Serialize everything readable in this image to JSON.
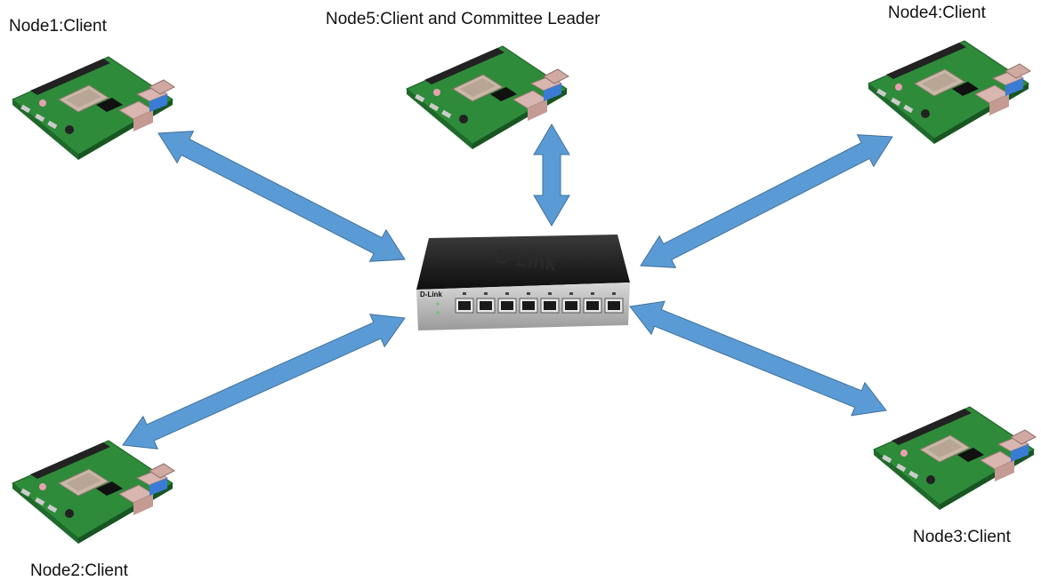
{
  "nodes": {
    "node1": {
      "label": "Node1:Client"
    },
    "node2": {
      "label": "Node2:Client"
    },
    "node3": {
      "label": "Node3:Client"
    },
    "node4": {
      "label": "Node4:Client"
    },
    "node5": {
      "label": "Node5:Client and Committee Leader"
    }
  },
  "switch": {
    "brand": "D-Link",
    "ports": 8
  },
  "colors": {
    "arrow_fill": "#5b9bd5",
    "arrow_stroke": "#41719c",
    "board_green": "#2e8b3a",
    "switch_body": "#1c1c1c"
  }
}
